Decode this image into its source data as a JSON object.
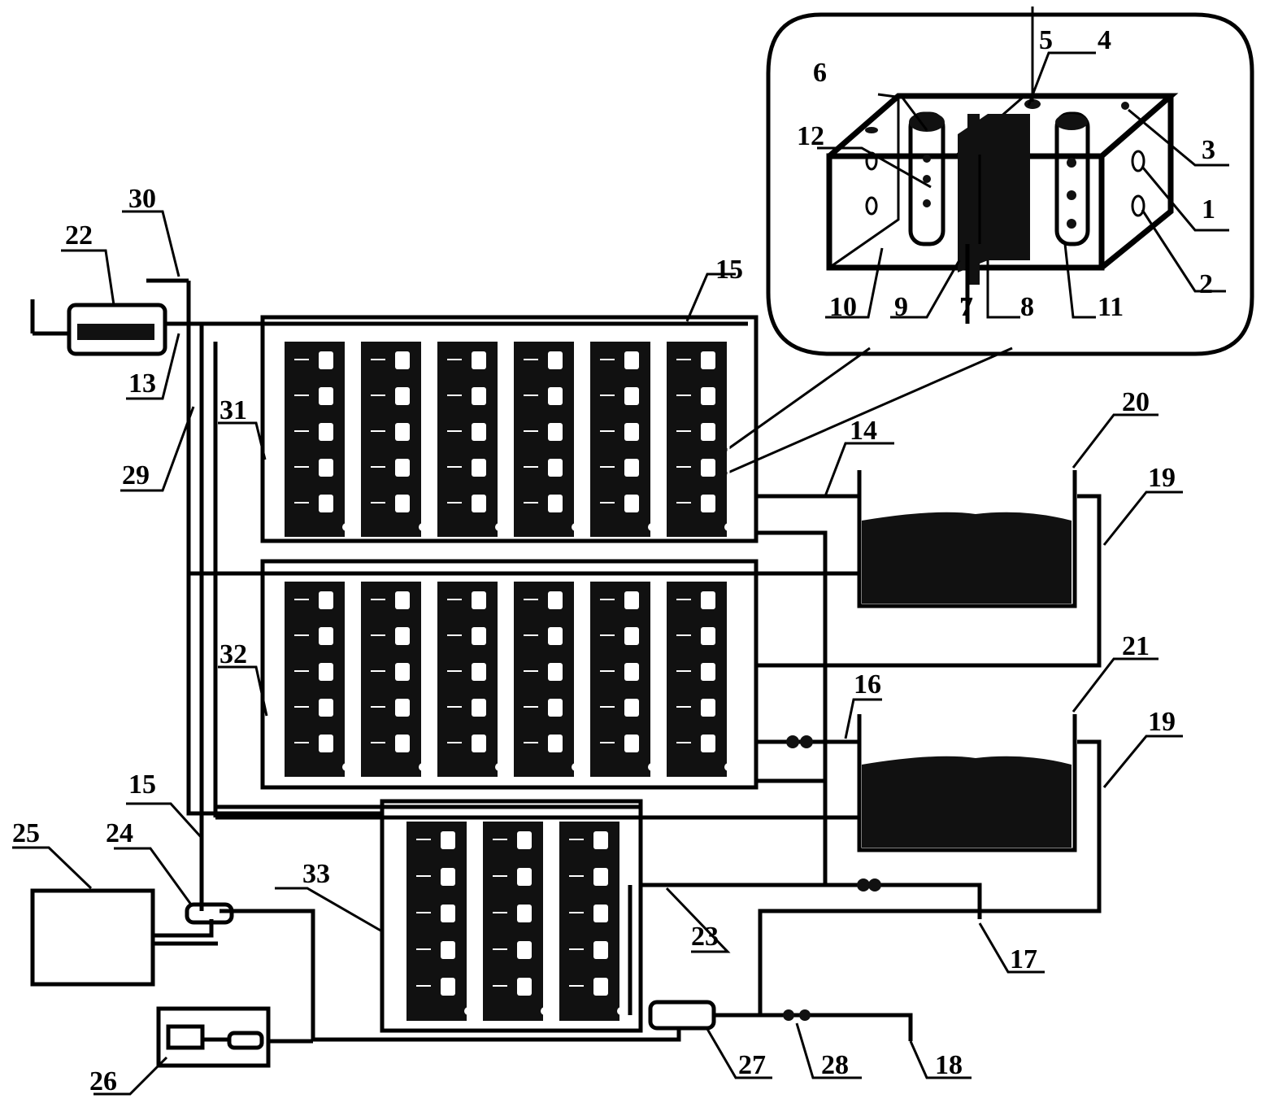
{
  "diagram": {
    "labels": {
      "l1": "1",
      "l2": "2",
      "l3": "3",
      "l4": "4",
      "l5": "5",
      "l6": "6",
      "l7": "7",
      "l8": "8",
      "l9": "9",
      "l10": "10",
      "l11": "11",
      "l12": "12",
      "l13": "13",
      "l14": "14",
      "l15a": "15",
      "l15b": "15",
      "l16": "16",
      "l17": "17",
      "l18": "18",
      "l19a": "19",
      "l19b": "19",
      "l20": "20",
      "l21": "21",
      "l22": "22",
      "l23": "23",
      "l24": "24",
      "l25": "25",
      "l26": "26",
      "l27": "27",
      "l28": "28",
      "l29": "29",
      "l30": "30",
      "l31": "31",
      "l32": "32",
      "l33": "33"
    }
  }
}
